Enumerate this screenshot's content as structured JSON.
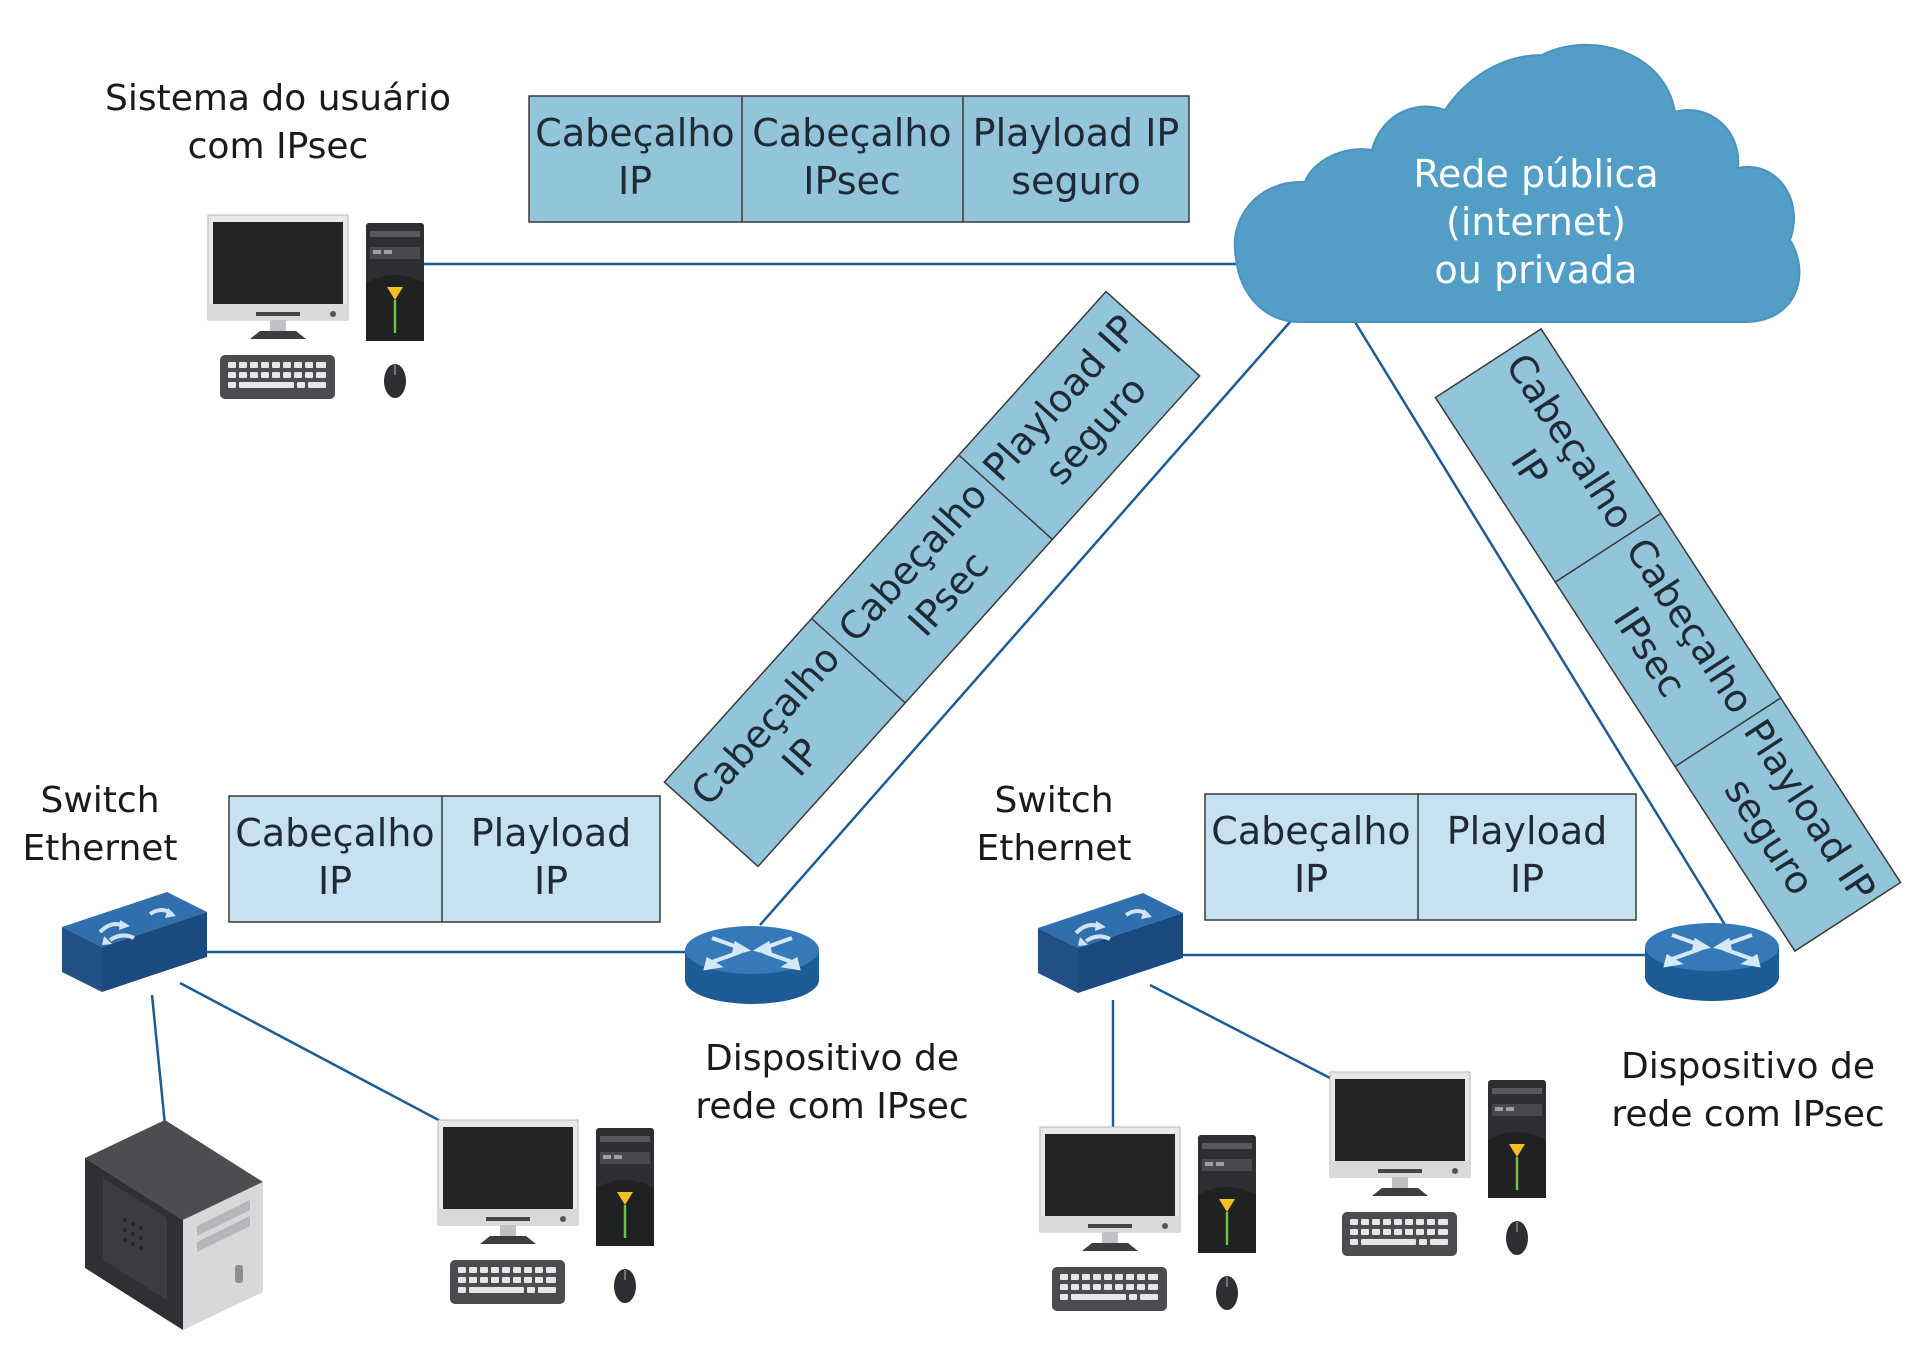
{
  "labels": {
    "user_system_line1": "Sistema do usuário",
    "user_system_line2": "com IPsec",
    "cloud_line1": "Rede pública",
    "cloud_line2": "(internet)",
    "cloud_line3": "ou privada",
    "switch_left_line1": "Switch",
    "switch_left_line2": "Ethernet",
    "switch_right_line1": "Switch",
    "switch_right_line2": "Ethernet",
    "device_left_line1": "Dispositivo de",
    "device_left_line2": "rede com IPsec",
    "device_right_line1": "Dispositivo de",
    "device_right_line2": "rede com IPsec"
  },
  "packets": {
    "secure_top": [
      {
        "l1": "Cabeçalho",
        "l2": "IP"
      },
      {
        "l1": "Cabeçalho",
        "l2": "IPsec"
      },
      {
        "l1": "Playload IP",
        "l2": "seguro"
      }
    ],
    "secure_diag_left": [
      {
        "l1": "Cabeçalho",
        "l2": "IP"
      },
      {
        "l1": "Cabeçalho",
        "l2": "IPsec"
      },
      {
        "l1": "Playload IP",
        "l2": "seguro"
      }
    ],
    "secure_diag_right": [
      {
        "l1": "Cabeçalho",
        "l2": "IP"
      },
      {
        "l1": "Cabeçalho",
        "l2": "IPsec"
      },
      {
        "l1": "Playload IP",
        "l2": "seguro"
      }
    ],
    "plain_left": [
      {
        "l1": "Cabeçalho",
        "l2": "IP"
      },
      {
        "l1": "Playload",
        "l2": "IP"
      }
    ],
    "plain_right": [
      {
        "l1": "Cabeçalho",
        "l2": "IP"
      },
      {
        "l1": "Playload",
        "l2": "IP"
      }
    ]
  },
  "colors": {
    "secure_fill": "#92c4da",
    "plain_fill": "#c6e2f1",
    "cloud": "#529ec7",
    "link": "#1b5c98"
  },
  "icons": {
    "workstation": "desktop-computer-icon",
    "switch": "ethernet-switch-icon",
    "router": "ipsec-router-icon",
    "server": "server-tower-icon",
    "cloud": "cloud-icon"
  }
}
